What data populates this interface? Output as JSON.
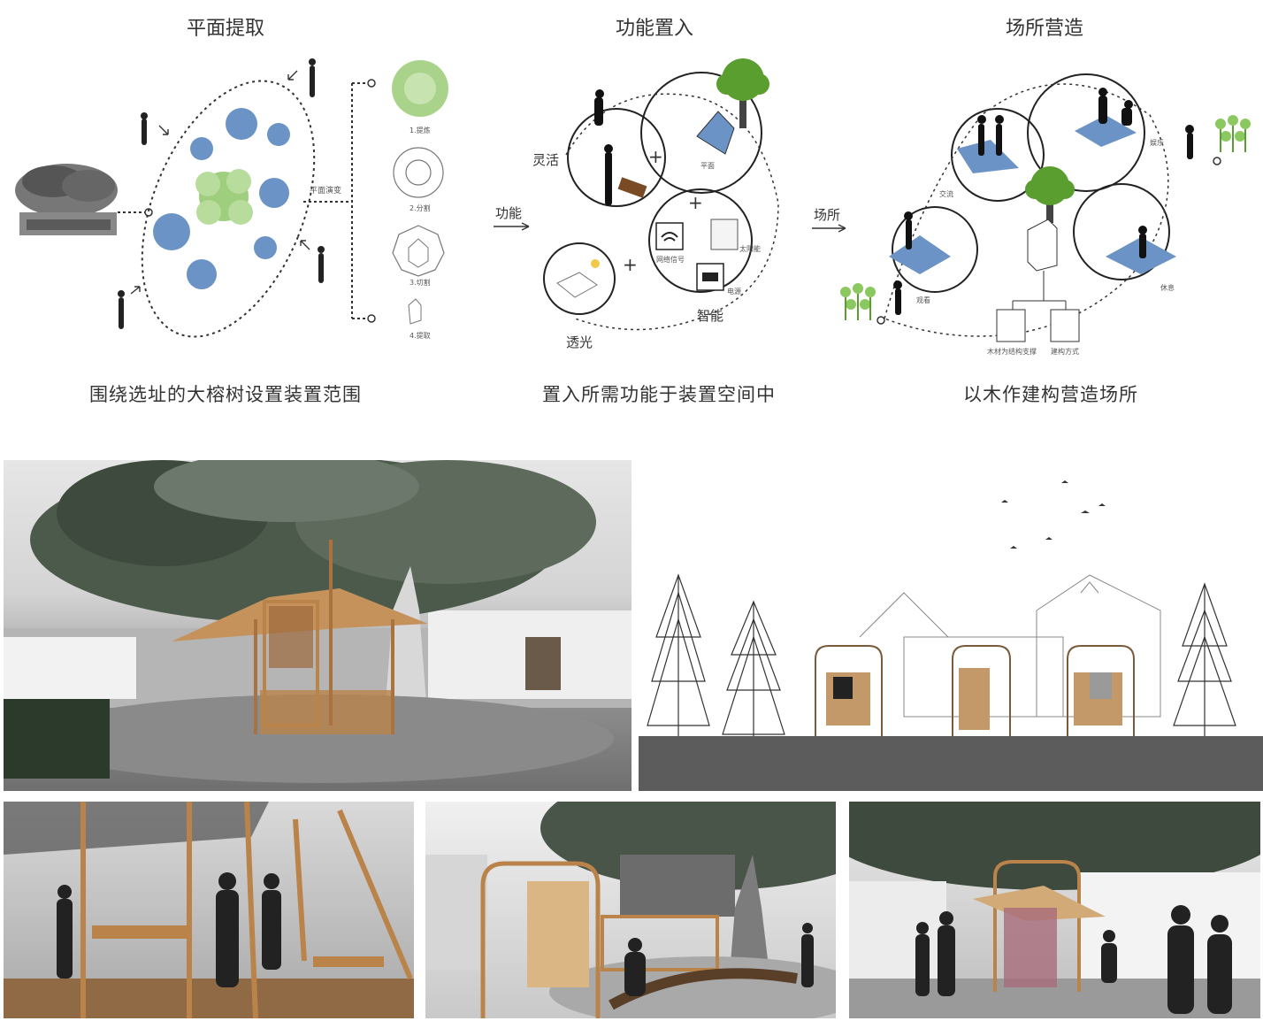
{
  "panels": [
    {
      "title": "平面提取",
      "caption": "围绕选址的大榕树设置装置范围",
      "evolution_label": "平面演变",
      "steps": [
        "1.提炼",
        "2.分割",
        "3.切割",
        "4.提取"
      ]
    },
    {
      "title": "功能置入",
      "caption": "置入所需功能于装置空间中",
      "arrow_label": "功能",
      "labels": {
        "flexible": "灵活",
        "light": "透光",
        "smart": "智能",
        "plane": "平面",
        "wifi": "网络信号",
        "solar": "太阳能",
        "battery": "电源"
      }
    },
    {
      "title": "场所营造",
      "caption": "以木作建构营造场所",
      "arrow_label": "场所",
      "labels": {
        "exchange": "交流",
        "entertainment": "娱乐",
        "watch": "观看",
        "rest": "休息",
        "timber": "木材为结构支撑",
        "build": "建构方式"
      }
    }
  ],
  "colors": {
    "blue": "#6b93c6",
    "green": "#5a9e2f",
    "light_green": "#8cc860",
    "wood": "#b9834a"
  }
}
